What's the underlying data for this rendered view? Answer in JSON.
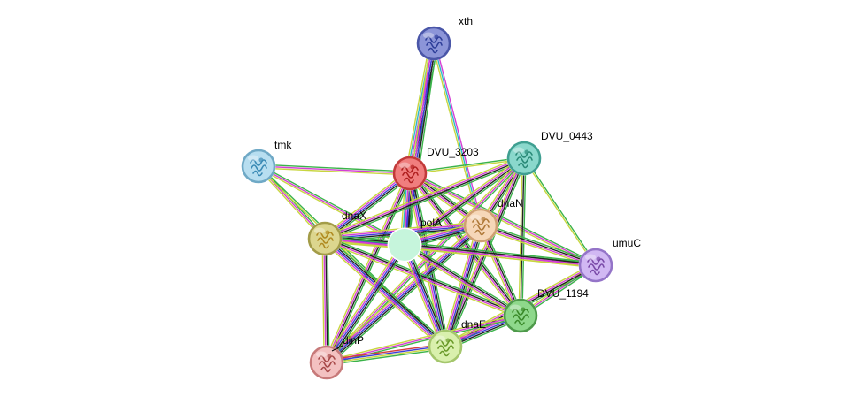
{
  "network": {
    "nodes": [
      {
        "id": "xth",
        "label": "xth",
        "color": "#8c95d8",
        "ring": "#4a56a8",
        "protein_color": "#2f3f9a"
      },
      {
        "id": "DVU_3203",
        "label": "DVU_3203",
        "color": "#f07e7e",
        "ring": "#c23a3a",
        "protein_color": "#b02020"
      },
      {
        "id": "DVU_0443",
        "label": "DVU_0443",
        "color": "#8ad8cc",
        "ring": "#3f9f91",
        "protein_color": "#2a8a78"
      },
      {
        "id": "tmk",
        "label": "tmk",
        "color": "#b7def0",
        "ring": "#6fa9c6",
        "protein_color": "#3a8ab5"
      },
      {
        "id": "dnaN",
        "label": "dnaN",
        "color": "#f6d7b8",
        "ring": "#cf9f72",
        "protein_color": "#b07a3a"
      },
      {
        "id": "dnaX",
        "label": "dnaX",
        "color": "#dcd68e",
        "ring": "#a39c48",
        "protein_color": "#b08a20"
      },
      {
        "id": "polA",
        "label": "polA",
        "color": "#c6f5dc",
        "ring": "#c6f5dc",
        "protein_color": ""
      },
      {
        "id": "umuC",
        "label": "umuC",
        "color": "#d1b8f3",
        "ring": "#9474c8",
        "protein_color": "#7a4aa8"
      },
      {
        "id": "DVU_1194",
        "label": "DVU_1194",
        "color": "#8ed88b",
        "ring": "#4e9a4a",
        "protein_color": "#3a8a2a"
      },
      {
        "id": "dnaE",
        "label": "dnaE",
        "color": "#d9f0ad",
        "ring": "#a4c66c",
        "protein_color": "#6a9a2a"
      },
      {
        "id": "dinP",
        "label": "dinP",
        "color": "#f3c1c1",
        "ring": "#c77a7a",
        "protein_color": "#a84a4a"
      }
    ],
    "edges": [
      {
        "source": "xth",
        "target": "DVU_3203",
        "evidence": [
          "#3bb34a",
          "#222222",
          "#3c3cd8",
          "#d43fd4",
          "#2fb8c8",
          "#c8d640"
        ]
      },
      {
        "source": "xth",
        "target": "polA",
        "evidence": [
          "#3bb34a",
          "#222222",
          "#3c3cd8",
          "#d43fd4",
          "#c8d640"
        ]
      },
      {
        "source": "xth",
        "target": "dnaN",
        "evidence": [
          "#d43fd4",
          "#2fb8c8",
          "#c8d640"
        ]
      },
      {
        "source": "tmk",
        "target": "DVU_3203",
        "evidence": [
          "#3bb34a",
          "#d43fd4",
          "#c8d640"
        ]
      },
      {
        "source": "tmk",
        "target": "dnaX",
        "evidence": [
          "#3bb34a",
          "#d43fd4",
          "#c8d640"
        ]
      },
      {
        "source": "tmk",
        "target": "polA",
        "evidence": [
          "#3bb34a",
          "#d43fd4",
          "#c8d640"
        ]
      },
      {
        "source": "tmk",
        "target": "dnaE",
        "evidence": [
          "#3bb34a",
          "#c8d640"
        ]
      },
      {
        "source": "DVU_3203",
        "target": "DVU_0443",
        "evidence": [
          "#3bb34a",
          "#c8d640"
        ]
      },
      {
        "source": "DVU_3203",
        "target": "dnaN",
        "evidence": [
          "#3bb34a",
          "#222222",
          "#d43fd4",
          "#c8d640"
        ]
      },
      {
        "source": "DVU_3203",
        "target": "dnaX",
        "evidence": [
          "#3bb34a",
          "#222222",
          "#3c3cd8",
          "#d43fd4",
          "#c8d640"
        ]
      },
      {
        "source": "DVU_3203",
        "target": "polA",
        "evidence": [
          "#3bb34a",
          "#222222",
          "#3c3cd8",
          "#d43fd4",
          "#2fb8c8",
          "#c8d640"
        ]
      },
      {
        "source": "DVU_3203",
        "target": "umuC",
        "evidence": [
          "#3bb34a",
          "#d43fd4",
          "#c8d640"
        ]
      },
      {
        "source": "DVU_3203",
        "target": "DVU_1194",
        "evidence": [
          "#3bb34a",
          "#222222",
          "#d43fd4",
          "#c8d640"
        ]
      },
      {
        "source": "DVU_3203",
        "target": "dnaE",
        "evidence": [
          "#3bb34a",
          "#222222",
          "#3c3cd8",
          "#d43fd4",
          "#c8d640"
        ]
      },
      {
        "source": "DVU_3203",
        "target": "dinP",
        "evidence": [
          "#3bb34a",
          "#222222",
          "#d43fd4",
          "#c8d640"
        ]
      },
      {
        "source": "DVU_0443",
        "target": "dnaN",
        "evidence": [
          "#3bb34a",
          "#222222",
          "#d43fd4",
          "#c8d640"
        ]
      },
      {
        "source": "DVU_0443",
        "target": "dnaX",
        "evidence": [
          "#3bb34a",
          "#222222",
          "#d43fd4",
          "#c8d640"
        ]
      },
      {
        "source": "DVU_0443",
        "target": "polA",
        "evidence": [
          "#3bb34a",
          "#222222",
          "#d43fd4",
          "#c8d640"
        ]
      },
      {
        "source": "DVU_0443",
        "target": "DVU_1194",
        "evidence": [
          "#3bb34a",
          "#222222",
          "#c8d640"
        ]
      },
      {
        "source": "DVU_0443",
        "target": "dnaE",
        "evidence": [
          "#3bb34a",
          "#222222",
          "#d43fd4",
          "#c8d640"
        ]
      },
      {
        "source": "DVU_0443",
        "target": "dinP",
        "evidence": [
          "#3bb34a",
          "#d43fd4",
          "#c8d640"
        ]
      },
      {
        "source": "DVU_0443",
        "target": "umuC",
        "evidence": [
          "#3bb34a",
          "#c8d640"
        ]
      },
      {
        "source": "dnaN",
        "target": "dnaX",
        "evidence": [
          "#3bb34a",
          "#222222",
          "#3c3cd8",
          "#d43fd4",
          "#c8d640"
        ]
      },
      {
        "source": "dnaN",
        "target": "polA",
        "evidence": [
          "#3bb34a",
          "#222222",
          "#3c3cd8",
          "#d43fd4",
          "#c8d640"
        ]
      },
      {
        "source": "dnaN",
        "target": "umuC",
        "evidence": [
          "#3bb34a",
          "#222222",
          "#d43fd4",
          "#c8d640"
        ]
      },
      {
        "source": "dnaN",
        "target": "DVU_1194",
        "evidence": [
          "#3bb34a",
          "#222222",
          "#d43fd4",
          "#c8d640"
        ]
      },
      {
        "source": "dnaN",
        "target": "dnaE",
        "evidence": [
          "#3bb34a",
          "#222222",
          "#3c3cd8",
          "#d43fd4",
          "#c8d640"
        ]
      },
      {
        "source": "dnaN",
        "target": "dinP",
        "evidence": [
          "#3bb34a",
          "#222222",
          "#3c3cd8",
          "#d43fd4",
          "#c8d640"
        ]
      },
      {
        "source": "dnaX",
        "target": "polA",
        "evidence": [
          "#3bb34a",
          "#222222",
          "#3c3cd8",
          "#d43fd4",
          "#c8d640"
        ]
      },
      {
        "source": "dnaX",
        "target": "umuC",
        "evidence": [
          "#3bb34a",
          "#d43fd4",
          "#c8d640"
        ]
      },
      {
        "source": "dnaX",
        "target": "DVU_1194",
        "evidence": [
          "#3bb34a",
          "#222222",
          "#d43fd4",
          "#c8d640"
        ]
      },
      {
        "source": "dnaX",
        "target": "dnaE",
        "evidence": [
          "#3bb34a",
          "#222222",
          "#3c3cd8",
          "#d43fd4",
          "#c8d640"
        ]
      },
      {
        "source": "dnaX",
        "target": "dinP",
        "evidence": [
          "#3bb34a",
          "#222222",
          "#d43fd4",
          "#c8d640"
        ]
      },
      {
        "source": "polA",
        "target": "umuC",
        "evidence": [
          "#3bb34a",
          "#222222",
          "#d43fd4",
          "#c8d640"
        ]
      },
      {
        "source": "polA",
        "target": "DVU_1194",
        "evidence": [
          "#3bb34a",
          "#222222",
          "#d43fd4",
          "#c8d640"
        ]
      },
      {
        "source": "polA",
        "target": "dnaE",
        "evidence": [
          "#3bb34a",
          "#222222",
          "#3c3cd8",
          "#d43fd4",
          "#c8d640"
        ]
      },
      {
        "source": "polA",
        "target": "dinP",
        "evidence": [
          "#3bb34a",
          "#222222",
          "#3c3cd8",
          "#d43fd4",
          "#c8d640"
        ]
      },
      {
        "source": "umuC",
        "target": "DVU_1194",
        "evidence": [
          "#3bb34a",
          "#d43fd4",
          "#c8d640"
        ]
      },
      {
        "source": "umuC",
        "target": "dnaE",
        "evidence": [
          "#3bb34a",
          "#222222",
          "#d43fd4",
          "#c8d640"
        ]
      },
      {
        "source": "DVU_1194",
        "target": "dnaE",
        "evidence": [
          "#3bb34a",
          "#222222",
          "#3c3cd8",
          "#d43fd4",
          "#c8d640"
        ]
      },
      {
        "source": "DVU_1194",
        "target": "dinP",
        "evidence": [
          "#3bb34a",
          "#d43fd4",
          "#c8d640"
        ]
      },
      {
        "source": "dnaE",
        "target": "dinP",
        "evidence": [
          "#3bb34a",
          "#c8d640",
          "#3c3cd8",
          "#d43f3f"
        ]
      }
    ]
  }
}
